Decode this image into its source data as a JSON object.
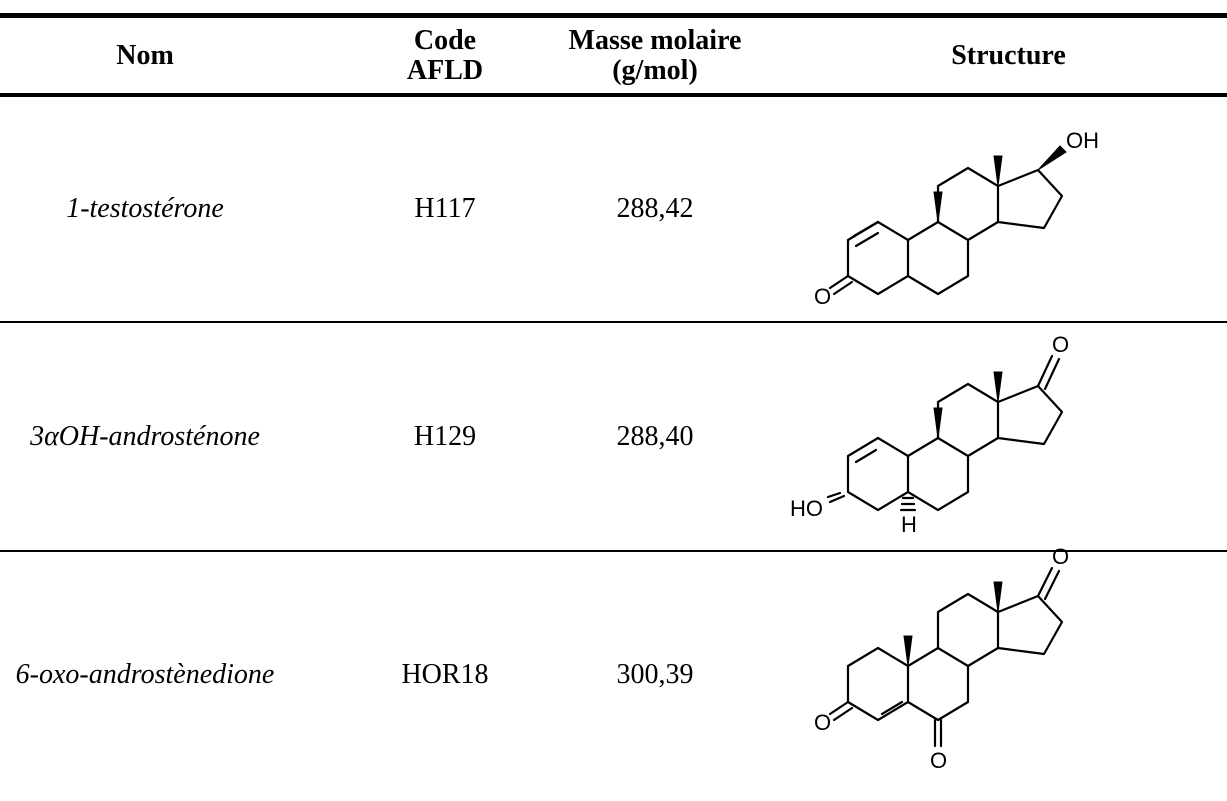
{
  "table": {
    "headers": {
      "nom": "Nom",
      "code_line1": "Code",
      "code_line2": "AFLD",
      "masse_line1": "Masse molaire",
      "masse_line2": "(g/mol)",
      "structure": "Structure"
    },
    "rows": [
      {
        "nom": "1-testostérone",
        "code": "H117",
        "masse": "288,42",
        "labels": {
          "top": "OH",
          "ketone": "O"
        }
      },
      {
        "nom": "3αOH-androsténone",
        "code": "H129",
        "masse": "288,40",
        "labels": {
          "top": "O",
          "ho": "HO",
          "h": "H"
        }
      },
      {
        "nom": "6-oxo-androstènedione",
        "code": "HOR18",
        "masse": "300,39",
        "labels": {
          "top": "O",
          "ketone": "O",
          "ketone6": "O"
        }
      }
    ]
  }
}
